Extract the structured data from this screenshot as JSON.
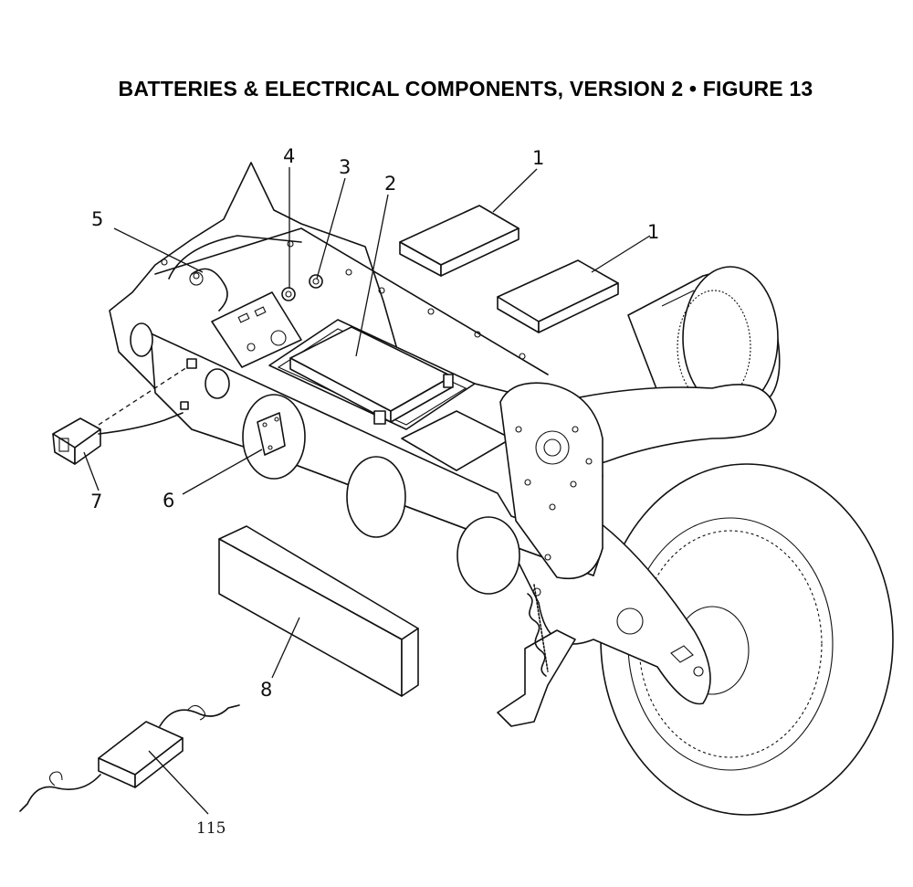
{
  "title": "BATTERIES & ELECTRICAL COMPONENTS, VERSION 2 •  FIGURE 13",
  "callouts": {
    "c1a": "1",
    "c1b": "1",
    "c2": "2",
    "c3": "3",
    "c4": "4",
    "c5": "5",
    "c6": "6",
    "c7": "7",
    "c8": "8",
    "c115": "115"
  }
}
